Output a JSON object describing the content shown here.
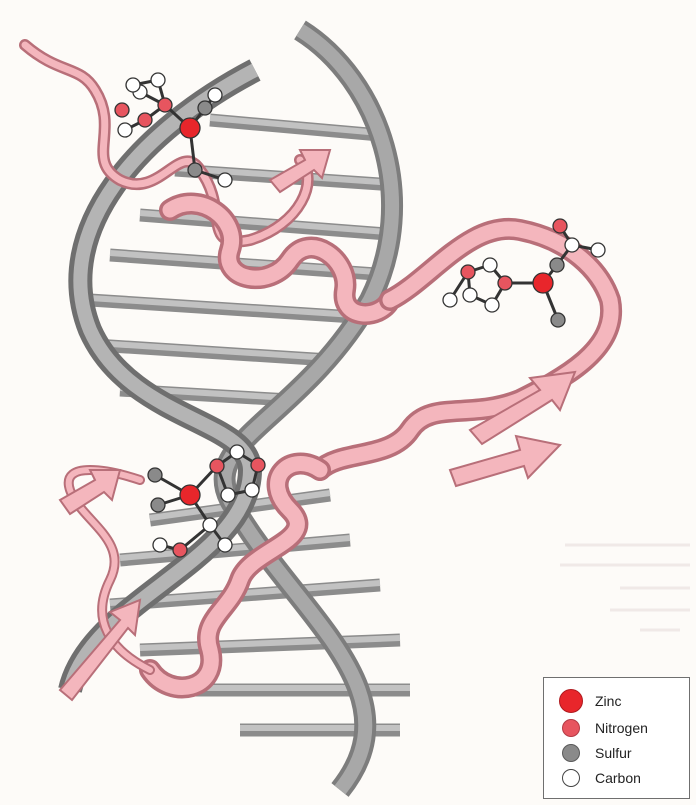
{
  "legend": {
    "items": [
      {
        "label": "Zinc",
        "color": "#e8262b"
      },
      {
        "label": "Nitrogen",
        "color": "#e7555f"
      },
      {
        "label": "Sulfur",
        "color": "#8a8a8a"
      },
      {
        "label": "Carbon",
        "color": "#ffffff"
      }
    ]
  },
  "colors": {
    "dna_backbone": "#9c9c9c",
    "base_pair": "#aaaaaa",
    "protein_ribbon": "#f4b6bd",
    "protein_ribbon_dark": "#b86f79"
  }
}
